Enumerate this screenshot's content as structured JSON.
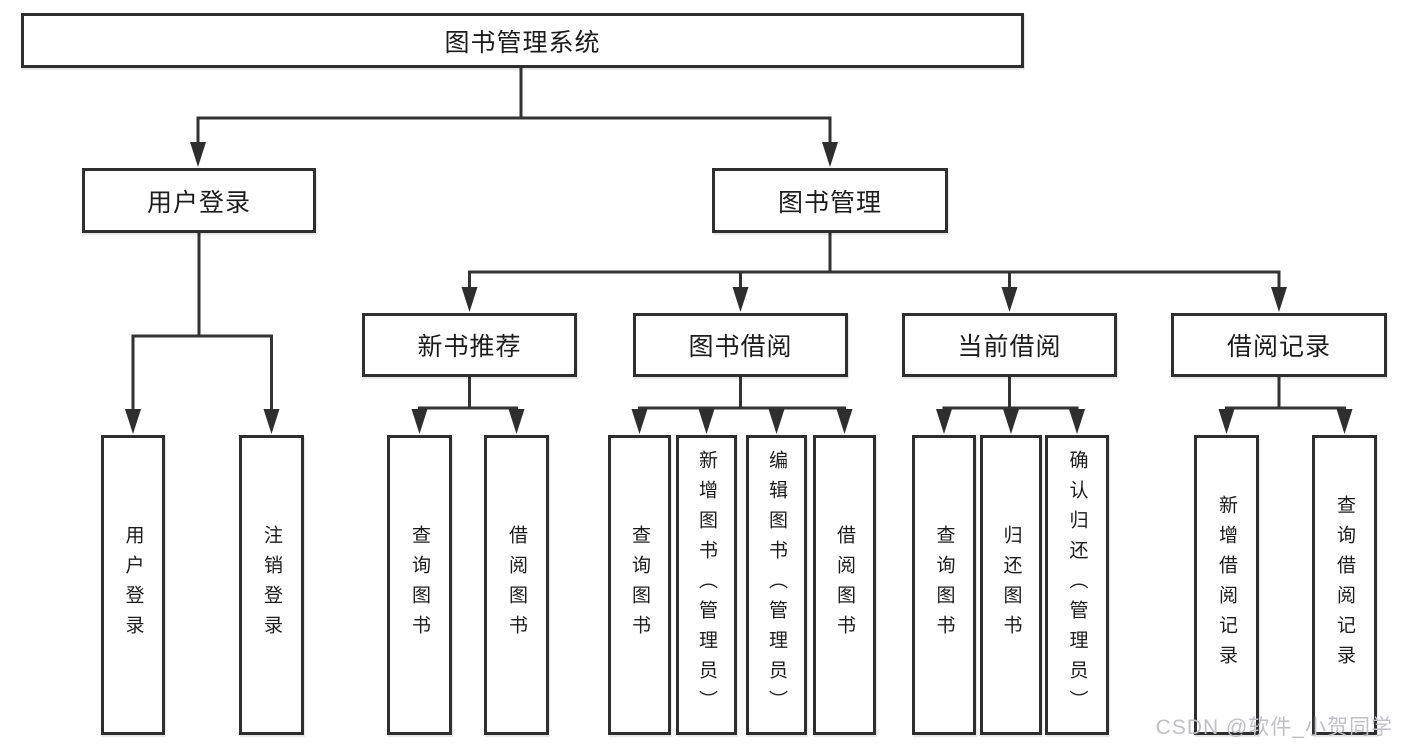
{
  "watermark": "CSDN @软件_小贺同学",
  "colors": {
    "line": "#333333",
    "node_border": "#2e2e2e",
    "node_fill": "#ffffff",
    "text": "#1c1c1c",
    "watermark": "#c2c0c6",
    "background": "#ffffff"
  },
  "nodes": {
    "root": "图书管理系统",
    "user_login": "用户登录",
    "book_management": "图书管理",
    "new_book_recommend": "新书推荐",
    "book_borrowing": "图书借阅",
    "current_borrowing": "当前借阅",
    "borrowing_records": "借阅记录",
    "leaf_user_login": "用户登录",
    "leaf_logout": "注销登录",
    "leaf_nbr_query_book": "查询图书",
    "leaf_nbr_borrow_book": "借阅图书",
    "leaf_bb_query_book": "查询图书",
    "leaf_bb_add_book": "新增图书（管理员）",
    "leaf_bb_edit_book": "编辑图书（管理员）",
    "leaf_bb_borrow_book": "借阅图书",
    "leaf_cb_query_book": "查询图书",
    "leaf_cb_return_book": "归还图书",
    "leaf_cb_confirm_return": "确认归还（管理员）",
    "leaf_br_add_record": "新增借阅记录",
    "leaf_br_query_record": "查询借阅记录"
  },
  "hierarchy": {
    "图书管理系统": {
      "用户登录": [
        "用户登录",
        "注销登录"
      ],
      "图书管理": {
        "新书推荐": [
          "查询图书",
          "借阅图书"
        ],
        "图书借阅": [
          "查询图书",
          "新增图书（管理员）",
          "编辑图书（管理员）",
          "借阅图书"
        ],
        "当前借阅": [
          "查询图书",
          "归还图书",
          "确认归还（管理员）"
        ],
        "借阅记录": [
          "新增借阅记录",
          "查询借阅记录"
        ]
      }
    }
  }
}
